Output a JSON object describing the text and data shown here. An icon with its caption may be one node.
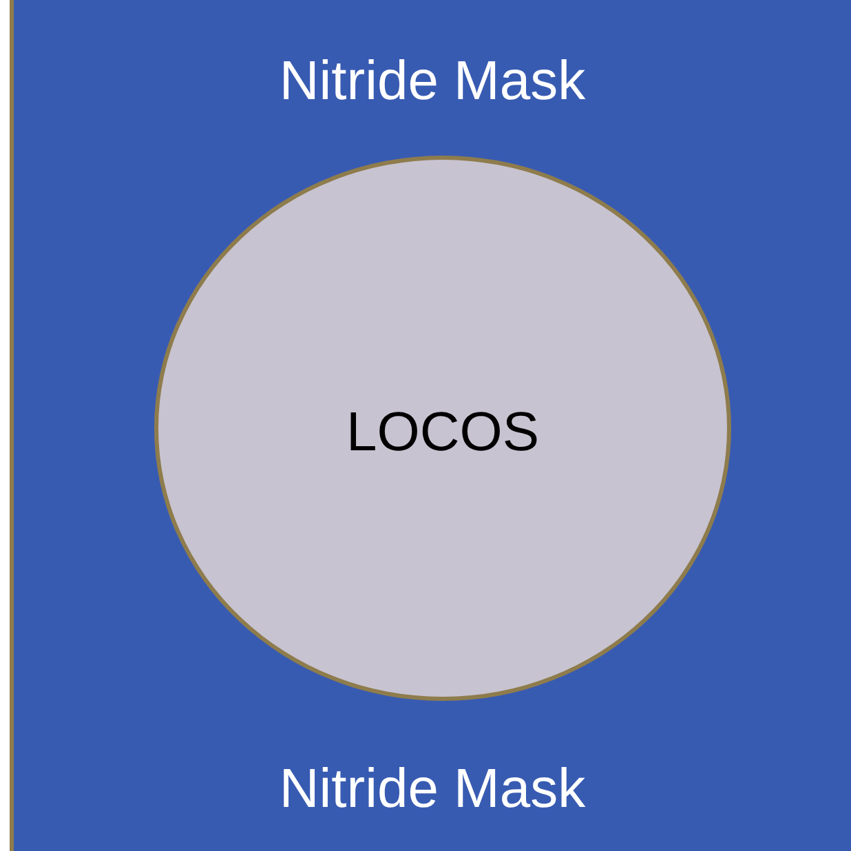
{
  "diagram": {
    "nodes": [
      {
        "text": [
          "Nitride Mask",
          "Nitride Mask"
        ]
      },
      {
        "text": [
          "LOCOS"
        ],
        "in": 0
      }
    ]
  }
}
